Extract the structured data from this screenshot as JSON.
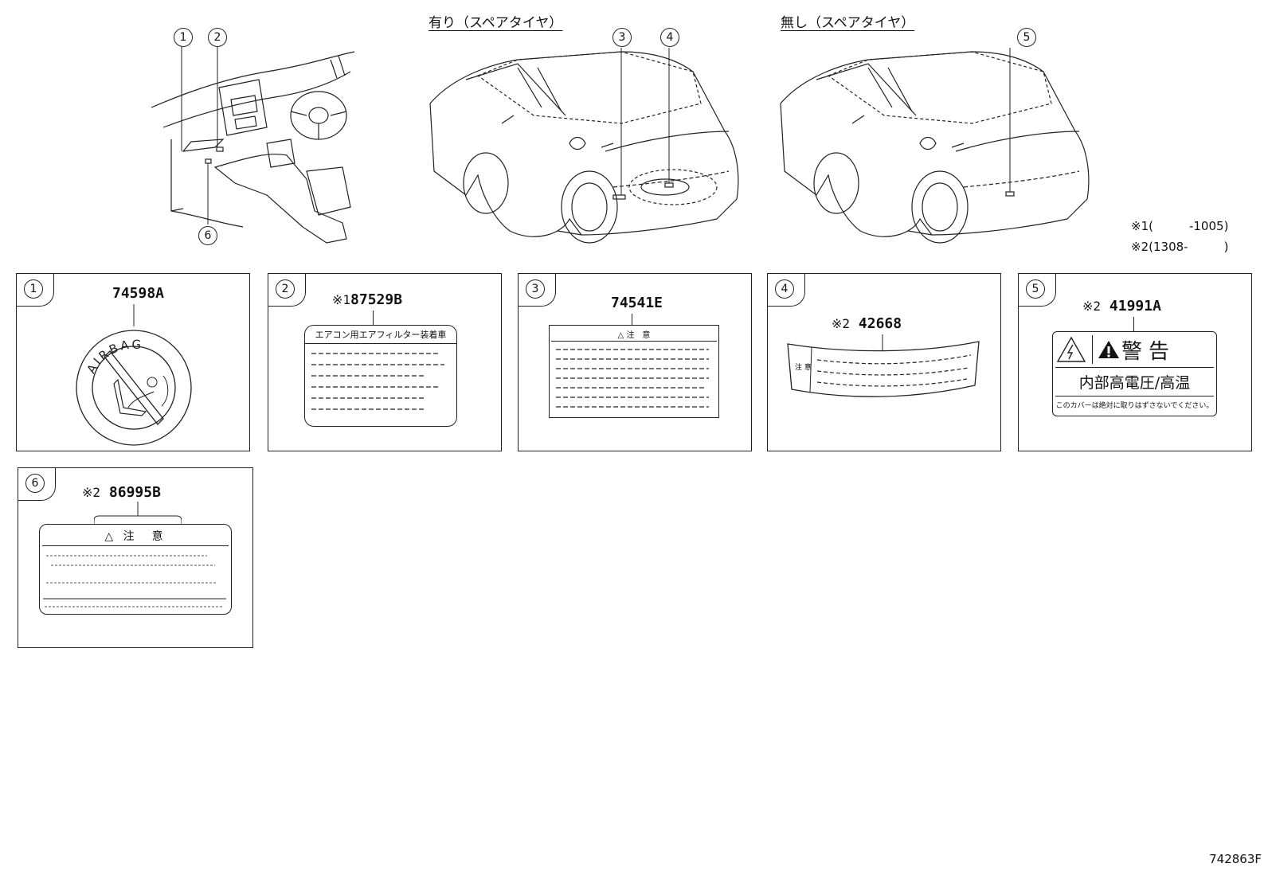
{
  "headers": {
    "with_spare": "有り（スペアタイヤ）",
    "without_spare": "無し（スペアタイヤ）"
  },
  "callouts": [
    "1",
    "2",
    "3",
    "4",
    "5",
    "6"
  ],
  "notes": [
    {
      "mark": "※1",
      "range": "(　　　-1005)"
    },
    {
      "mark": "※2",
      "range": "(1308-　　　)"
    }
  ],
  "parts": [
    {
      "no": "1",
      "prefix": "",
      "number": "74598A",
      "label_text": "AIRBAG"
    },
    {
      "no": "2",
      "prefix": "※1",
      "number": "87529B",
      "label_text": "エアコン用エアフィルター装着車"
    },
    {
      "no": "3",
      "prefix": "",
      "number": "74541E",
      "label_text": "注　意"
    },
    {
      "no": "4",
      "prefix": "※2",
      "number": "42668",
      "label_text": "注 意"
    },
    {
      "no": "5",
      "prefix": "※2",
      "number": "41991A",
      "label_text": "警告",
      "label_line2": "内部高電圧/高温",
      "label_line3": "このカバーは絶対に取りはずさないでください。"
    },
    {
      "no": "6",
      "prefix": "※2",
      "number": "86995B",
      "label_text": "注　意"
    }
  ],
  "diagram_id": "742863F"
}
